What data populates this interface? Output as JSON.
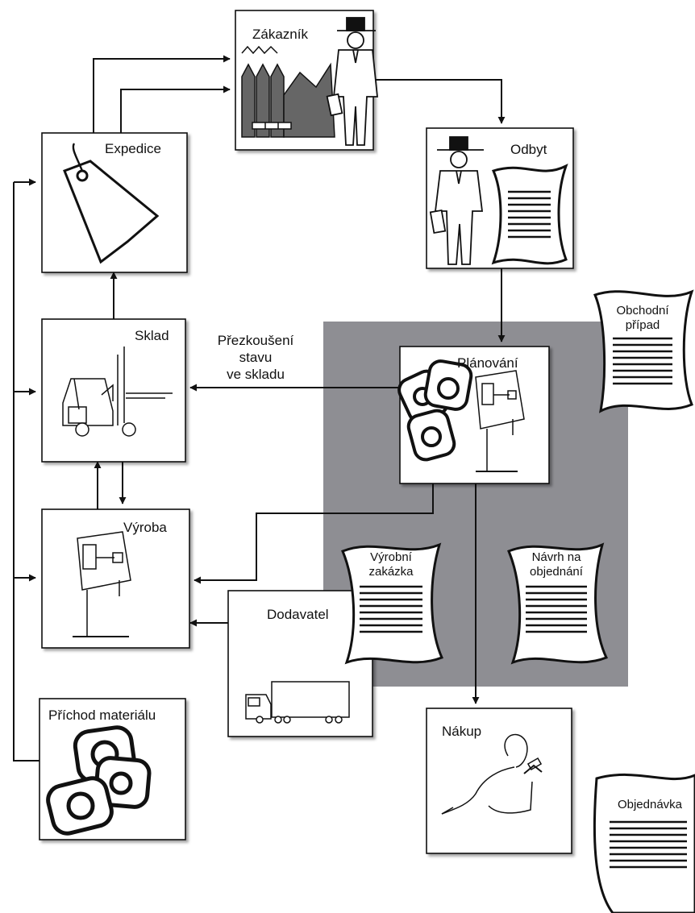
{
  "nodes": {
    "zakaznik": "Zákazník",
    "odbyt": "Odbyt",
    "expedice": "Expedice",
    "sklad": "Sklad",
    "planovani": "Plánování",
    "vyroba": "Výroba",
    "prichod": "Příchod materiálu",
    "dodavatel": "Dodavatel",
    "nakup": "Nákup"
  },
  "edge_label": {
    "line1": "Přezkoušení",
    "line2": "stavu",
    "line3": "ve skladu"
  },
  "documents": {
    "obchodni_line1": "Obchodní",
    "obchodni_line2": "případ",
    "vyrobni_line1": "Výrobní",
    "vyrobni_line2": "zakázka",
    "navrh_line1": "Návrh na",
    "navrh_line2": "objednání",
    "objednavka": "Objednávka"
  },
  "colors": {
    "shaded_region": "#8e8e93",
    "ink": "#111111",
    "box_fill": "#ffffff"
  }
}
